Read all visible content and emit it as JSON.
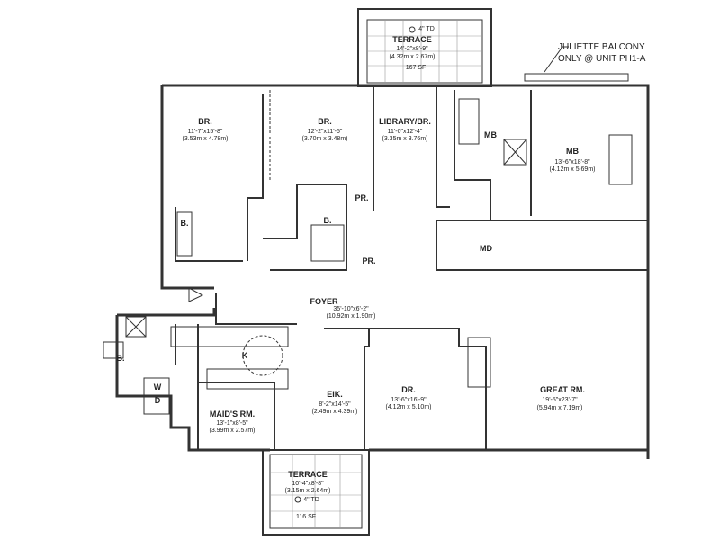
{
  "note": {
    "line1": "JULIETTE BALCONY",
    "line2": "ONLY @ UNIT PH1-A"
  },
  "terrace_top": {
    "name": "TERRACE",
    "dims": "14'-2\"x8'-9\"",
    "metric": "(4.32m x 2.67m)",
    "drain": "4\" TD",
    "area": "167 SF"
  },
  "terrace_bottom": {
    "name": "TERRACE",
    "dims": "10'-4\"x8'-8\"",
    "metric": "(3.15m x 2.64m)",
    "drain": "4\" TD",
    "area": "116 SF"
  },
  "rooms": {
    "br1": {
      "name": "BR.",
      "dims": "11'-7\"x15'-8\"",
      "metric": "(3.53m x 4.78m)"
    },
    "br2": {
      "name": "BR.",
      "dims": "12'-2\"x11'-5\"",
      "metric": "(3.70m x 3.48m)"
    },
    "library": {
      "name": "LIBRARY/BR.",
      "dims": "11'-0\"x12'-4\"",
      "metric": "(3.35m x 3.76m)"
    },
    "mb": {
      "name": "MB",
      "dims": "13'-6\"x18'-8\"",
      "metric": "(4.12m x 5.69m)"
    },
    "foyer": {
      "name": "FOYER",
      "dims": "35'-10\"x6'-2\"",
      "metric": "(10.92m x 1.90m)"
    },
    "eik": {
      "name": "EIK.",
      "dims": "8'-2\"x14'-5\"",
      "metric": "(2.49m x 4.39m)"
    },
    "dr": {
      "name": "DR.",
      "dims": "13'-6\"x16'-9\"",
      "metric": "(4.12m x 5.10m)"
    },
    "great": {
      "name": "GREAT RM.",
      "dims": "19'-5\"x23'-7\"",
      "metric": "(5.94m x 7.19m)"
    },
    "maid": {
      "name": "MAID'S RM.",
      "dims": "13'-1\"x8'-5\"",
      "metric": "(3.99m x 2.57m)"
    }
  },
  "small_labels": {
    "bath1": "B.",
    "bath2": "B.",
    "bath3": "B.",
    "pr1": "PR.",
    "pr2": "PR.",
    "mb_bath": "MB",
    "md": "MD",
    "kitchen": "K",
    "washer": "W",
    "dryer": "D"
  }
}
